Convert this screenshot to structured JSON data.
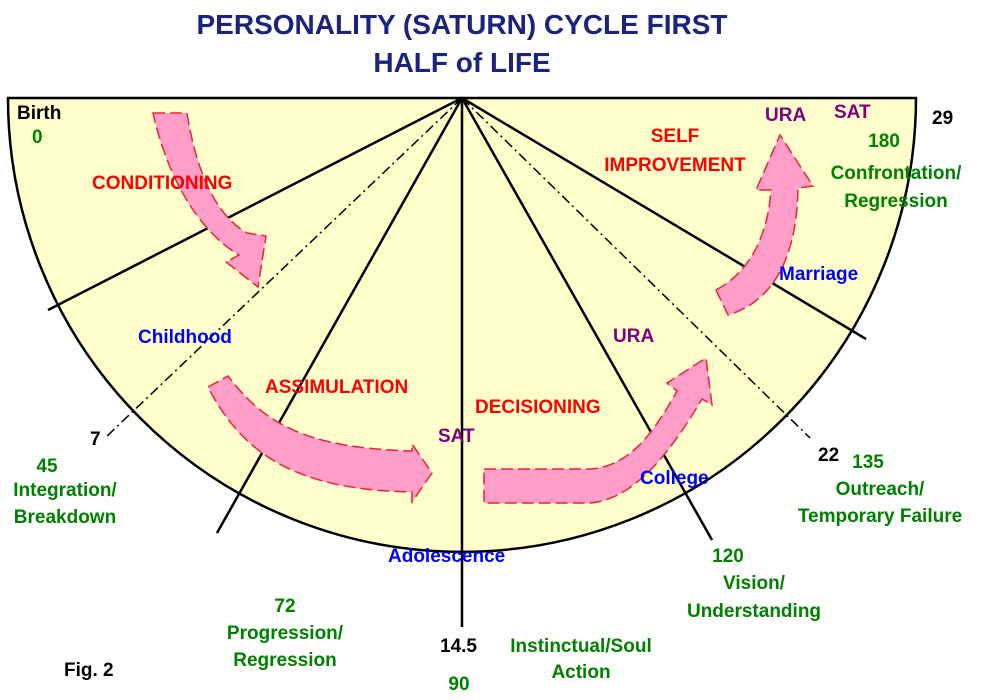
{
  "title": {
    "line1": "PERSONALITY (SATURN) CYCLE FIRST",
    "line2": "HALF of LIFE"
  },
  "figure_label": "Fig. 2",
  "ages": {
    "birth": "Birth",
    "a7": "7",
    "a14_5": "14.5",
    "a22": "22",
    "a29": "29"
  },
  "degrees": {
    "d0": "0",
    "d45": "45",
    "d72": "72",
    "d90": "90",
    "d120": "120",
    "d135": "135",
    "d180": "180"
  },
  "phases": {
    "d45_line1": "Integration/",
    "d45_line2": "Breakdown",
    "d72_line1": "Progression/",
    "d72_line2": "Regression",
    "d90_line1": "Instinctual/Soul",
    "d90_line2": "Action",
    "d120_line1": "Vision/",
    "d120_line2": "Understanding",
    "d135_line1": "Outreach/",
    "d135_line2": "Temporary Failure",
    "d180_line1": "Confrontation/",
    "d180_line2": "Regression"
  },
  "processes": {
    "conditioning": "CONDITIONING",
    "assimulation": "ASSIMULATION",
    "decisioning": "DECISIONING",
    "self_improvement_line1": "SELF",
    "self_improvement_line2": "IMPROVEMENT"
  },
  "life_stages": {
    "childhood": "Childhood",
    "adolescence": "Adolescence",
    "college": "College",
    "marriage": "Marriage"
  },
  "planets": {
    "sat_center": "SAT",
    "ura_mid": "URA",
    "ura_top": "URA",
    "sat_top": "SAT"
  },
  "colors": {
    "title": "#1a237e",
    "fill": "#ffffcc",
    "arrow": "#ff9ec8",
    "arrow_edge": "#e8233a",
    "process": "#ff0000",
    "stage": "#0000ff",
    "planet": "#800080",
    "phase": "#008000",
    "age": "#000000"
  }
}
